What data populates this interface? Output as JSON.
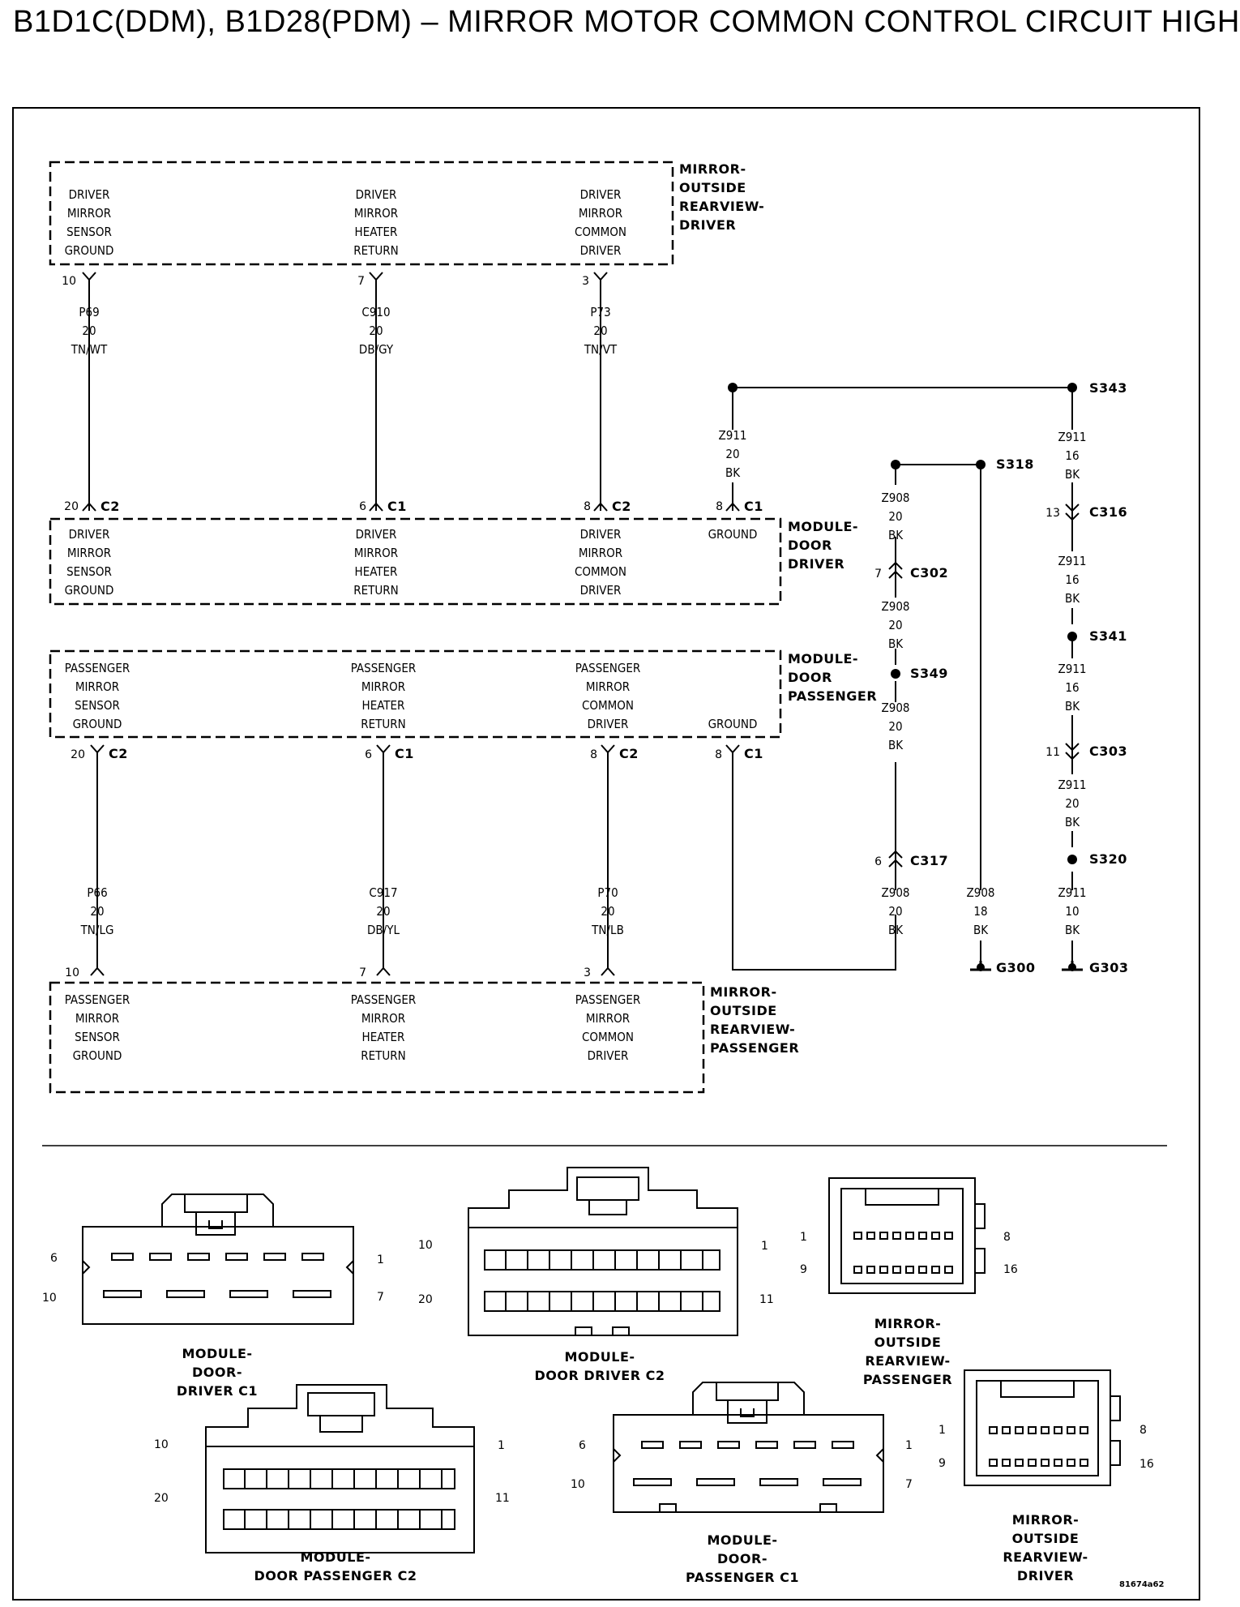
{
  "title": "B1D1C(DDM), B1D28(PDM) – MIRROR MOTOR COMMON CONTROL CIRCUIT HIGH",
  "components": {
    "mirror_driver": [
      "MIRROR-",
      "OUTSIDE",
      "REARVIEW-",
      "DRIVER"
    ],
    "door_driver": [
      "MODULE-",
      "DOOR",
      "DRIVER"
    ],
    "door_passenger": [
      "MODULE-",
      "DOOR",
      "PASSENGER"
    ],
    "mirror_passenger": [
      "MIRROR-",
      "OUTSIDE",
      "REARVIEW-",
      "PASSENGER"
    ]
  },
  "terminals": {
    "mirror_driver": [
      [
        "DRIVER",
        "MIRROR",
        "SENSOR",
        "GROUND"
      ],
      [
        "DRIVER",
        "MIRROR",
        "HEATER",
        "RETURN"
      ],
      [
        "DRIVER",
        "MIRROR",
        "COMMON",
        "DRIVER"
      ]
    ],
    "door_driver": [
      [
        "DRIVER",
        "MIRROR",
        "SENSOR",
        "GROUND"
      ],
      [
        "DRIVER",
        "MIRROR",
        "HEATER",
        "RETURN"
      ],
      [
        "DRIVER",
        "MIRROR",
        "COMMON",
        "DRIVER"
      ],
      [
        "GROUND"
      ]
    ],
    "door_passenger": [
      [
        "PASSENGER",
        "MIRROR",
        "SENSOR",
        "GROUND"
      ],
      [
        "PASSENGER",
        "MIRROR",
        "HEATER",
        "RETURN"
      ],
      [
        "PASSENGER",
        "MIRROR",
        "COMMON",
        "DRIVER"
      ],
      [
        "GROUND"
      ]
    ],
    "mirror_passenger": [
      [
        "PASSENGER",
        "MIRROR",
        "SENSOR",
        "GROUND"
      ],
      [
        "PASSENGER",
        "MIRROR",
        "HEATER",
        "RETURN"
      ],
      [
        "PASSENGER",
        "MIRROR",
        "COMMON",
        "DRIVER"
      ]
    ]
  },
  "pins": {
    "md_1": "10",
    "md_2": "7",
    "md_3": "3",
    "dd_1": "20",
    "dd_2": "6",
    "dd_3": "8",
    "dd_4": "8",
    "dp_1": "20",
    "dp_2": "6",
    "dp_3": "8",
    "dp_4": "8",
    "mp_1": "10",
    "mp_2": "7",
    "mp_3": "3",
    "c302": "7",
    "c317": "6",
    "c316": "13",
    "c303": "11"
  },
  "connectors": {
    "dd_1": "C2",
    "dd_2": "C1",
    "dd_3": "C2",
    "dd_4": "C1",
    "dp_1": "C2",
    "dp_2": "C1",
    "dp_3": "C2",
    "dp_4": "C1",
    "c302": "C302",
    "c317": "C317",
    "c316": "C316",
    "c303": "C303"
  },
  "wires": {
    "w1": [
      "P69",
      "20",
      "TN/WT"
    ],
    "w2": [
      "C910",
      "20",
      "DB/GY"
    ],
    "w3": [
      "P73",
      "20",
      "TN/VT"
    ],
    "w4": [
      "Z911",
      "20",
      "BK"
    ],
    "w5": [
      "P66",
      "20",
      "TN/LG"
    ],
    "w6": [
      "C917",
      "20",
      "DB/YL"
    ],
    "w7": [
      "P70",
      "20",
      "TN/LB"
    ],
    "z908a": [
      "Z908",
      "20",
      "BK"
    ],
    "z908b": [
      "Z908",
      "20",
      "BK"
    ],
    "z908c": [
      "Z908",
      "20",
      "BK"
    ],
    "z908d": [
      "Z908",
      "20",
      "BK"
    ],
    "z908e": [
      "Z908",
      "18",
      "BK"
    ],
    "z911a": [
      "Z911",
      "16",
      "BK"
    ],
    "z911b": [
      "Z911",
      "16",
      "BK"
    ],
    "z911c": [
      "Z911",
      "16",
      "BK"
    ],
    "z911d": [
      "Z911",
      "20",
      "BK"
    ],
    "z911e": [
      "Z911",
      "10",
      "BK"
    ]
  },
  "splices": {
    "s343": "S343",
    "s318": "S318",
    "s349": "S349",
    "s341": "S341",
    "s320": "S320"
  },
  "grounds": {
    "g300": "G300",
    "g303": "G303"
  },
  "views": {
    "dd_c1": {
      "caption": [
        "MODULE-",
        "DOOR-",
        "DRIVER C1"
      ],
      "pins": [
        "6",
        "10",
        "1",
        "7"
      ]
    },
    "dd_c2": {
      "caption": [
        "MODULE-",
        "DOOR DRIVER C2"
      ],
      "pins": [
        "10",
        "20",
        "1",
        "11"
      ]
    },
    "mp": {
      "caption": [
        "MIRROR-",
        "OUTSIDE",
        "REARVIEW-",
        "PASSENGER"
      ],
      "pins": [
        "1",
        "9",
        "8",
        "16"
      ]
    },
    "dp_c2": {
      "caption": [
        "MODULE-",
        "DOOR PASSENGER C2"
      ],
      "pins": [
        "10",
        "20",
        "1",
        "11"
      ]
    },
    "dp_c1": {
      "caption": [
        "MODULE-",
        "DOOR-",
        "PASSENGER C1"
      ],
      "pins": [
        "6",
        "10",
        "1",
        "7"
      ]
    },
    "md": {
      "caption": [
        "MIRROR-",
        "OUTSIDE",
        "REARVIEW-",
        "DRIVER"
      ],
      "pins": [
        "1",
        "9",
        "8",
        "16"
      ]
    }
  },
  "figure_id": "81674a62"
}
